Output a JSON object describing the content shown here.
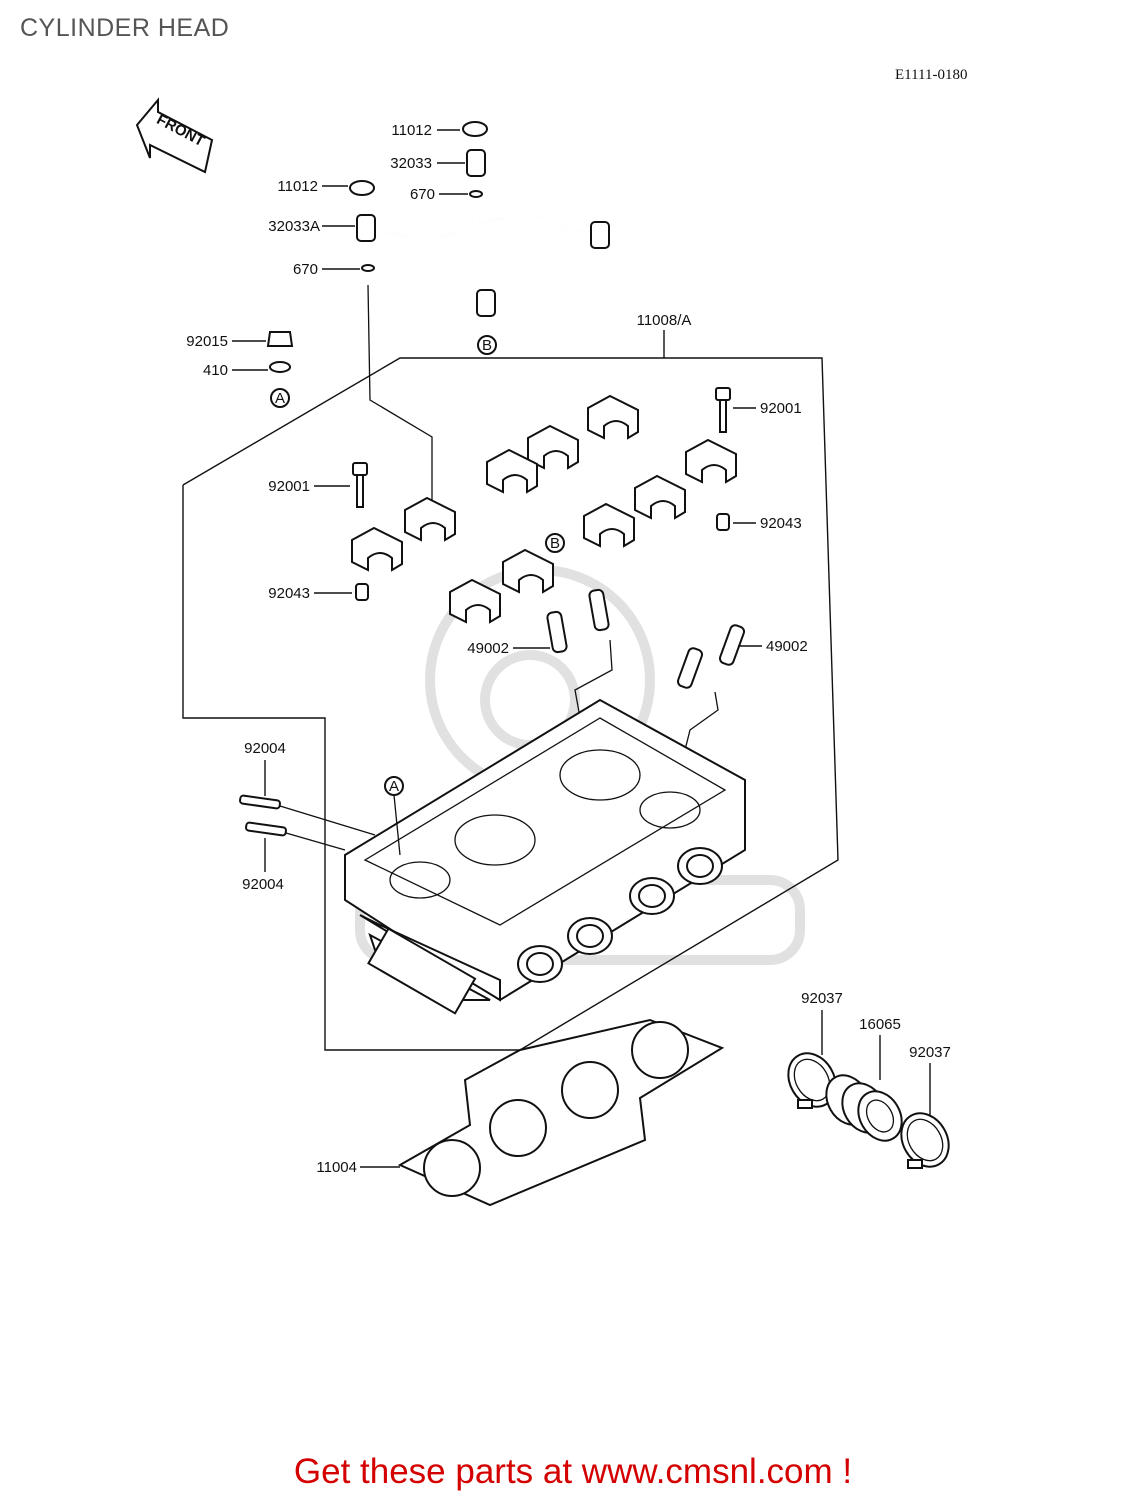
{
  "header": {
    "title": "CYLINDER HEAD",
    "diagram_code": "E1111-0180"
  },
  "front_arrow": {
    "label": "FRONT"
  },
  "callouts": [
    {
      "id": "c1",
      "label": "11012"
    },
    {
      "id": "c2",
      "label": "32033"
    },
    {
      "id": "c3",
      "label": "11012"
    },
    {
      "id": "c4",
      "label": "670"
    },
    {
      "id": "c5",
      "label": "32033A"
    },
    {
      "id": "c6",
      "label": "670"
    },
    {
      "id": "c7",
      "label": "11008/A"
    },
    {
      "id": "c8",
      "label": "92015"
    },
    {
      "id": "c9",
      "label": "410"
    },
    {
      "id": "c10",
      "label": "92001"
    },
    {
      "id": "c11",
      "label": "92001"
    },
    {
      "id": "c12",
      "label": "92043"
    },
    {
      "id": "c13",
      "label": "92043"
    },
    {
      "id": "c14",
      "label": "49002"
    },
    {
      "id": "c15",
      "label": "49002"
    },
    {
      "id": "c16",
      "label": "92004"
    },
    {
      "id": "c17",
      "label": "92004"
    },
    {
      "id": "c18",
      "label": "92037"
    },
    {
      "id": "c19",
      "label": "16065"
    },
    {
      "id": "c20",
      "label": "92037"
    },
    {
      "id": "c21",
      "label": "11004"
    }
  ],
  "markers": {
    "a": "A",
    "b": "B"
  },
  "footer": {
    "text": "Get these parts at www.cmsnl.com !"
  }
}
